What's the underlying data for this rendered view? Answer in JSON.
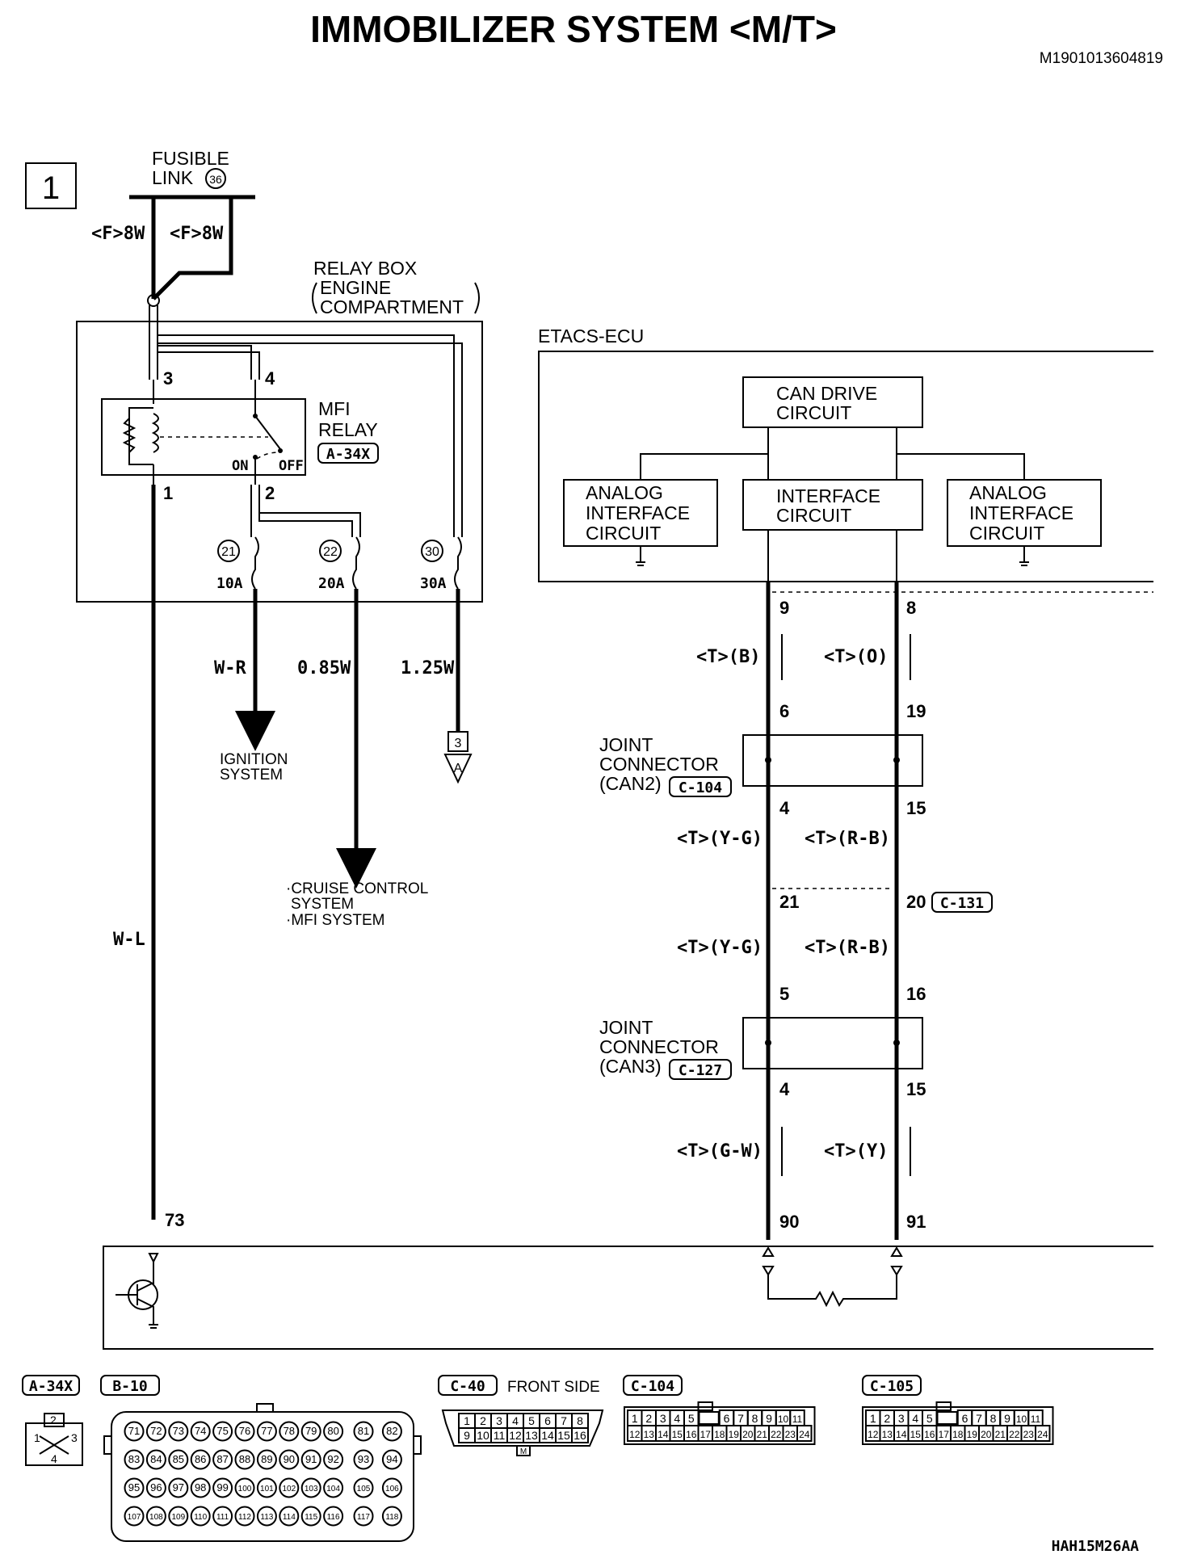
{
  "title": "IMMOBILIZER SYSTEM <M/T>",
  "doc_id": "M1901013604819",
  "figure_code": "HAH15M26AA",
  "section_number": "1",
  "fusible_link": {
    "label_line1": "FUSIBLE",
    "label_line2": "LINK",
    "number": "36"
  },
  "wire_8w_left": "<F>8W",
  "wire_8w_right": "<F>8W",
  "relay_box": {
    "line1": "RELAY BOX",
    "line2": "ENGINE",
    "line3": "COMPARTMENT"
  },
  "mfi_relay": {
    "line1": "MFI",
    "line2": "RELAY",
    "connector": "A-34X",
    "on_label": "ON",
    "off_label": "OFF",
    "pin3": "3",
    "pin4": "4",
    "pin1": "1",
    "pin2": "2"
  },
  "fuses": [
    {
      "number": "21",
      "rating": "10A"
    },
    {
      "number": "22",
      "rating": "20A"
    },
    {
      "number": "30",
      "rating": "30A"
    }
  ],
  "wires": {
    "wr": "W-R",
    "w085": "0.85W",
    "w125": "1.25W",
    "wl": "W-L"
  },
  "ignition_system": {
    "line1": "IGNITION",
    "line2": "SYSTEM"
  },
  "cruise": {
    "line1": "·CRUISE CONTROL",
    "line2": "SYSTEM",
    "line3": "·MFI SYSTEM"
  },
  "page_ref": {
    "number": "3",
    "letter": "A"
  },
  "etacs": {
    "label": "ETACS-ECU",
    "can_drive_line1": "CAN DRIVE",
    "can_drive_line2": "CIRCUIT",
    "interface_line1": "INTERFACE",
    "interface_line2": "CIRCUIT",
    "analog_line1": "ANALOG",
    "analog_line2": "INTERFACE",
    "analog_line3": "CIRCUIT"
  },
  "can": {
    "pin9": "9",
    "pin8": "8",
    "tb": "<T>(B)",
    "to": "<T>(O)",
    "pin6": "6",
    "pin19": "19",
    "jc2_line1": "JOINT",
    "jc2_line2": "CONNECTOR",
    "jc2_line3": "(CAN2)",
    "jc2_conn": "C-104",
    "pin4a": "4",
    "pin15a": "15",
    "tyg1": "<T>(Y-G)",
    "trb1": "<T>(R-B)",
    "pin21": "21",
    "pin20": "20",
    "c131": "C-131",
    "tyg2": "<T>(Y-G)",
    "trb2": "<T>(R-B)",
    "pin5": "5",
    "pin16": "16",
    "jc3_line1": "JOINT",
    "jc3_line2": "CONNECTOR",
    "jc3_line3": "(CAN3)",
    "jc3_conn": "C-127",
    "pin4b": "4",
    "pin15b": "15",
    "tgw": "<T>(G-W)",
    "ty": "<T>(Y)",
    "pin90": "90",
    "pin91": "91"
  },
  "pin73": "73",
  "connectors": {
    "a34x": {
      "name": "A-34X",
      "pins": [
        "1",
        "2",
        "3",
        "4"
      ]
    },
    "b10": {
      "name": "B-10",
      "rows": [
        [
          "71",
          "72",
          "73",
          "74",
          "75",
          "76",
          "77",
          "78",
          "79",
          "80",
          "81",
          "82"
        ],
        [
          "83",
          "84",
          "85",
          "86",
          "87",
          "88",
          "89",
          "90",
          "91",
          "92",
          "93",
          "94"
        ],
        [
          "95",
          "96",
          "97",
          "98",
          "99",
          "100",
          "101",
          "102",
          "103",
          "104",
          "105",
          "106"
        ],
        [
          "107",
          "108",
          "109",
          "110",
          "111",
          "112",
          "113",
          "114",
          "115",
          "116",
          "117",
          "118"
        ]
      ]
    },
    "c40": {
      "name": "C-40",
      "side": "FRONT SIDE",
      "row1": [
        "1",
        "2",
        "3",
        "4",
        "5",
        "6",
        "7",
        "8"
      ],
      "row2": [
        "9",
        "10",
        "11",
        "12",
        "13",
        "14",
        "15",
        "16"
      ],
      "mark": "M"
    },
    "c104": {
      "name": "C-104",
      "row1": [
        "1",
        "2",
        "3",
        "4",
        "5",
        "",
        "6",
        "7",
        "8",
        "9",
        "10",
        "11"
      ],
      "row2": [
        "12",
        "13",
        "14",
        "15",
        "16",
        "17",
        "18",
        "19",
        "20",
        "21",
        "22",
        "23",
        "24"
      ]
    },
    "c105": {
      "name": "C-105",
      "row1": [
        "1",
        "2",
        "3",
        "4",
        "5",
        "",
        "6",
        "7",
        "8",
        "9",
        "10",
        "11"
      ],
      "row2": [
        "12",
        "13",
        "14",
        "15",
        "16",
        "17",
        "18",
        "19",
        "20",
        "21",
        "22",
        "23",
        "24"
      ]
    }
  }
}
